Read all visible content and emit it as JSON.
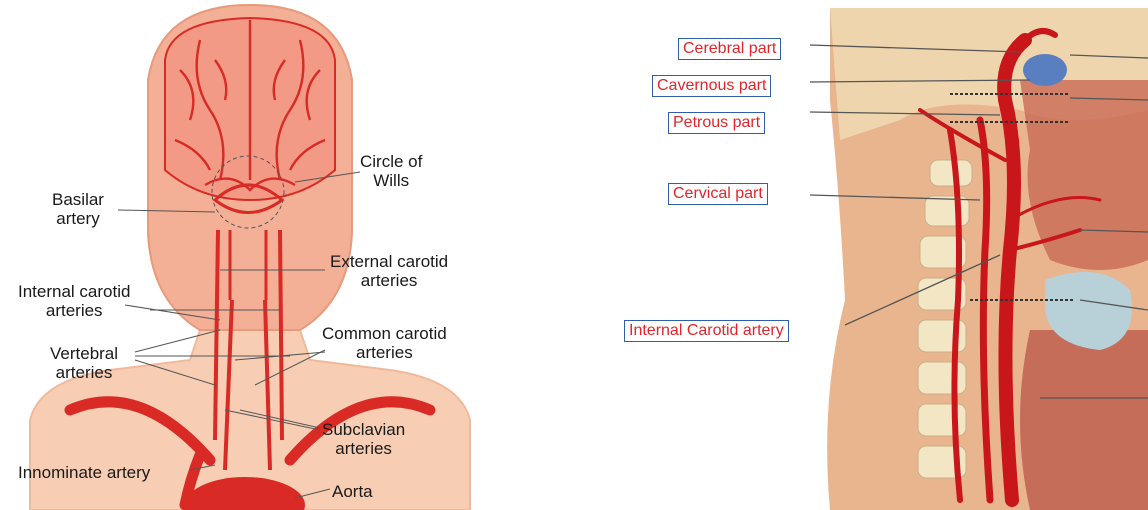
{
  "left": {
    "labels": {
      "circle_of_wills": [
        "Circle of",
        "Wills"
      ],
      "basilar_artery": [
        "Basilar",
        "artery"
      ],
      "external_carotid": [
        "External carotid",
        "arteries"
      ],
      "internal_carotid": [
        "Internal carotid",
        "arteries"
      ],
      "common_carotid": [
        "Common carotid",
        "arteries"
      ],
      "vertebral": [
        "Vertebral",
        "arteries"
      ],
      "subclavian": [
        "Subclavian",
        "arteries"
      ],
      "innominate": "Innominate artery",
      "aorta": "Aorta"
    }
  },
  "right": {
    "labels": {
      "cerebral_part": "Cerebral part",
      "cavernous_part": "Cavernous part",
      "petrous_part": "Petrous part",
      "cervical_part": "Cervical part",
      "internal_carotid_artery": "Internal Carotid artery"
    }
  },
  "colors": {
    "skin": "#f7cdb3",
    "artery": "#d92a25",
    "label_red": "#e0262b",
    "label_border": "#2e5fa8"
  }
}
